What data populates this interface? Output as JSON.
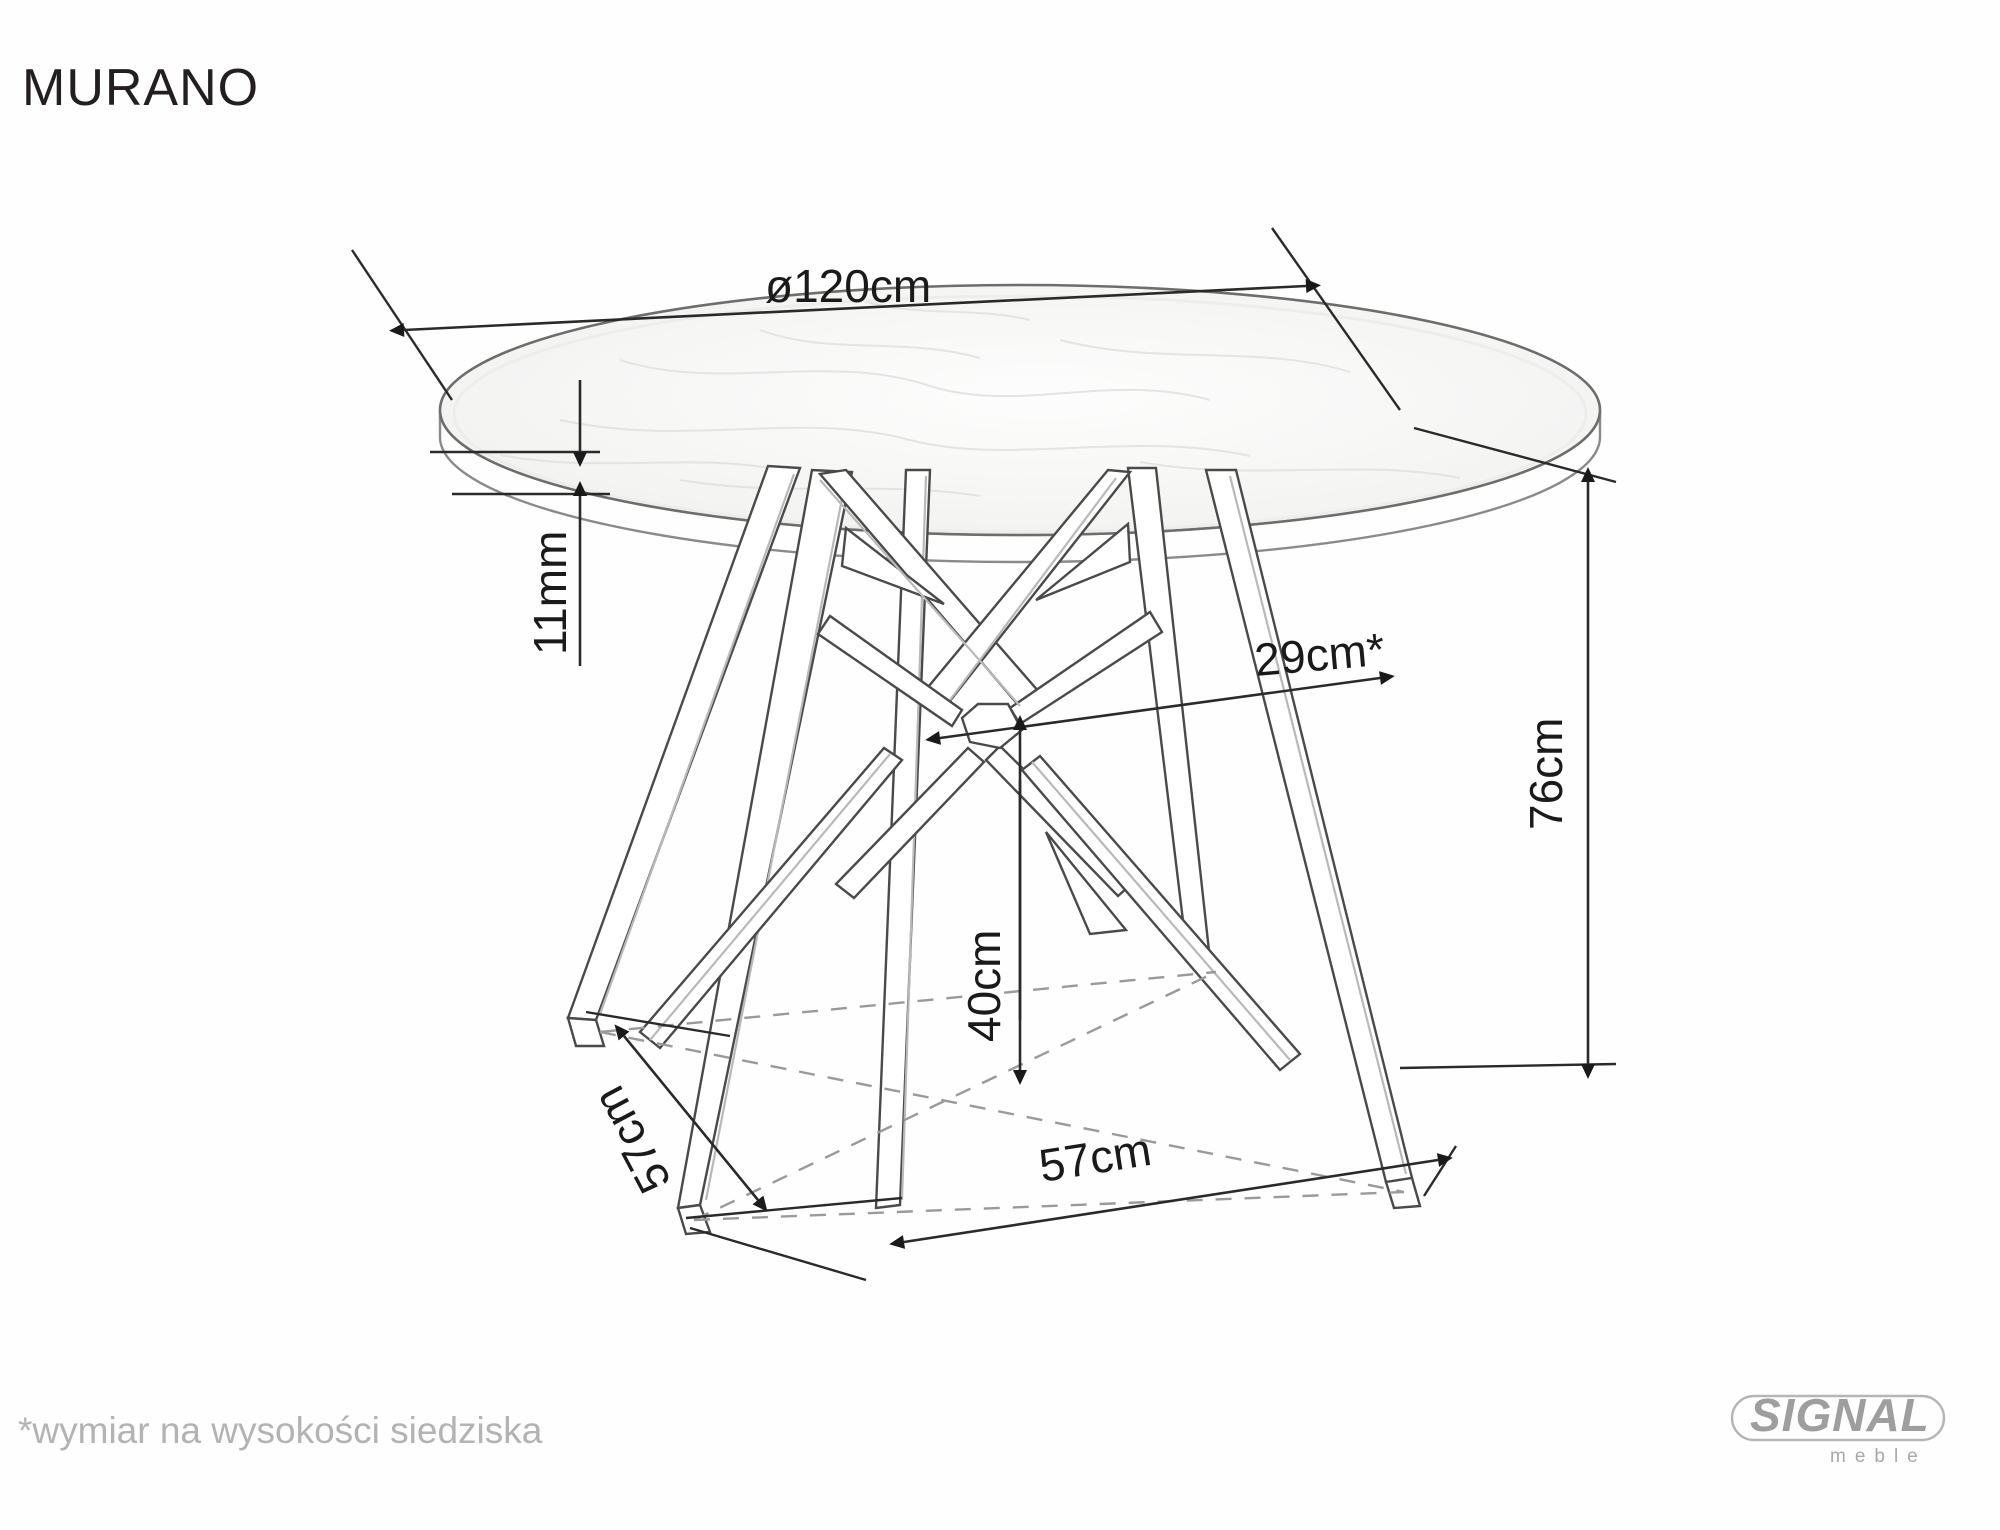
{
  "page": {
    "title": "MURANO",
    "footnote": "*wymiar na wysokości siedziska",
    "background_color": "#fefefe",
    "ink_color": "#1a1a1a",
    "muted_color": "#b3b3b3"
  },
  "product": {
    "name": "MURANO",
    "type": "round dining table",
    "view": "perspective technical drawing"
  },
  "dimensions": {
    "diameter": "ø120cm",
    "top_thickness": "11mm",
    "height": "76cm",
    "base_spread": "29cm*",
    "under_top_clearance": "40cm",
    "foot_depth": "57cm",
    "foot_width": "57cm"
  },
  "labels": {
    "diameter": "ø120cm",
    "thickness": "11mm",
    "height": "76cm",
    "base_spread": "29cm*",
    "clearance": "40cm",
    "depth": "57cm",
    "width": "57cm"
  },
  "logo": {
    "brand": "SIGNAL",
    "tagline": "meble",
    "color": "#9e9e9e"
  }
}
